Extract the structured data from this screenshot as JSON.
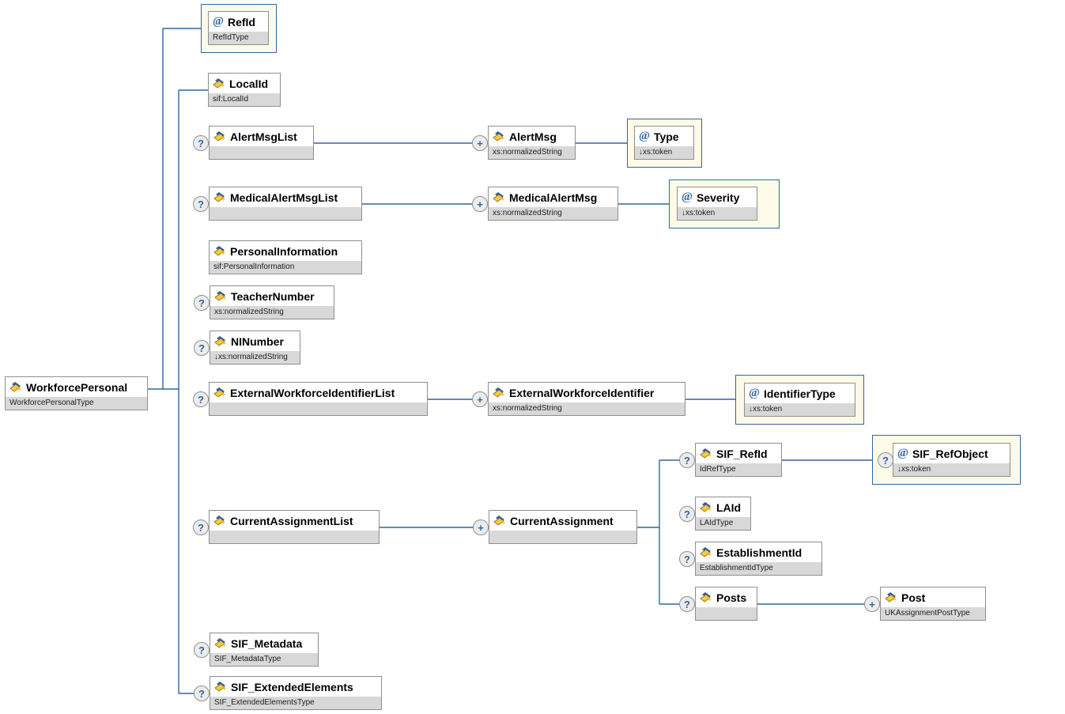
{
  "diagram": {
    "kind": "xml-schema-diagram",
    "root": "WorkforcePersonal"
  },
  "colors": {
    "connector_blue": "#31669c",
    "attribute_fill": "#fdfbe8",
    "annotation_band": "#d8d8d8",
    "box_border": "#8f8f8f",
    "indicator_blue": "#31669c",
    "icon_yellow": "#ffc83d",
    "icon_blue": "#2d5f9e"
  },
  "icons": {
    "attribute_symbol": "@"
  },
  "nodes": [
    {
      "id": "workforce_personal",
      "label": "WorkforcePersonal",
      "annotation": "WorkforcePersonalType",
      "kind": "element",
      "occurrence": "required",
      "indicator": "",
      "parent": null
    },
    {
      "id": "ref_id",
      "label": "RefId",
      "annotation": "RefIdType",
      "kind": "attribute",
      "occurrence": "required",
      "indicator": "",
      "parent": "WorkforcePersonal"
    },
    {
      "id": "local_id",
      "label": "LocalId",
      "annotation": "sif:LocalId",
      "kind": "element",
      "occurrence": "required",
      "indicator": "",
      "parent": "WorkforcePersonal"
    },
    {
      "id": "alert_msg_list",
      "label": "AlertMsgList",
      "annotation": "",
      "kind": "element",
      "occurrence": "optional",
      "indicator": "?",
      "parent": "WorkforcePersonal"
    },
    {
      "id": "alert_msg",
      "label": "AlertMsg",
      "annotation": "xs:normalizedString",
      "kind": "element",
      "occurrence": "repeating",
      "indicator": "+",
      "parent": "AlertMsgList"
    },
    {
      "id": "type",
      "label": "Type",
      "annotation": "↓xs:token",
      "kind": "attribute",
      "occurrence": "required",
      "indicator": "",
      "parent": "AlertMsg"
    },
    {
      "id": "medical_alert_msg_list",
      "label": "MedicalAlertMsgList",
      "annotation": "",
      "kind": "element",
      "occurrence": "optional",
      "indicator": "?",
      "parent": "WorkforcePersonal"
    },
    {
      "id": "medical_alert_msg",
      "label": "MedicalAlertMsg",
      "annotation": "xs:normalizedString",
      "kind": "element",
      "occurrence": "repeating",
      "indicator": "+",
      "parent": "MedicalAlertMsgList"
    },
    {
      "id": "severity",
      "label": "Severity",
      "annotation": "↓xs:token",
      "kind": "attribute",
      "occurrence": "required",
      "indicator": "",
      "parent": "MedicalAlertMsg"
    },
    {
      "id": "personal_information",
      "label": "PersonalInformation",
      "annotation": "sif:PersonalInformation",
      "kind": "element",
      "occurrence": "required",
      "indicator": "",
      "parent": "WorkforcePersonal"
    },
    {
      "id": "teacher_number",
      "label": "TeacherNumber",
      "annotation": "xs:normalizedString",
      "kind": "element",
      "occurrence": "optional",
      "indicator": "?",
      "parent": "WorkforcePersonal"
    },
    {
      "id": "ni_number",
      "label": "NINumber",
      "annotation": "↓xs:normalizedString",
      "kind": "element",
      "occurrence": "optional",
      "indicator": "?",
      "parent": "WorkforcePersonal"
    },
    {
      "id": "external_workforce_identifier_list",
      "label": "ExternalWorkforceIdentifierList",
      "annotation": "",
      "kind": "element",
      "occurrence": "optional",
      "indicator": "?",
      "parent": "WorkforcePersonal"
    },
    {
      "id": "external_workforce_identifier",
      "label": "ExternalWorkforceIdentifier",
      "annotation": "xs:normalizedString",
      "kind": "element",
      "occurrence": "repeating",
      "indicator": "+",
      "parent": "ExternalWorkforceIdentifierList"
    },
    {
      "id": "identifier_type",
      "label": "IdentifierType",
      "annotation": "↓xs:token",
      "kind": "attribute",
      "occurrence": "required",
      "indicator": "",
      "parent": "ExternalWorkforceIdentifier"
    },
    {
      "id": "current_assignment_list",
      "label": "CurrentAssignmentList",
      "annotation": "",
      "kind": "element",
      "occurrence": "optional",
      "indicator": "?",
      "parent": "WorkforcePersonal"
    },
    {
      "id": "current_assignment",
      "label": "CurrentAssignment",
      "annotation": "",
      "kind": "element",
      "occurrence": "repeating",
      "indicator": "+",
      "parent": "CurrentAssignmentList"
    },
    {
      "id": "sif_ref_id",
      "label": "SIF_RefId",
      "annotation": "IdRefType",
      "kind": "element",
      "occurrence": "optional",
      "indicator": "?",
      "parent": "CurrentAssignment"
    },
    {
      "id": "sif_ref_object",
      "label": "SIF_RefObject",
      "annotation": "↓xs:token",
      "kind": "attribute",
      "occurrence": "optional",
      "indicator": "?",
      "parent": "SIF_RefId"
    },
    {
      "id": "la_id",
      "label": "LAId",
      "annotation": "LAIdType",
      "kind": "element",
      "occurrence": "optional",
      "indicator": "?",
      "parent": "CurrentAssignment"
    },
    {
      "id": "establishment_id",
      "label": "EstablishmentId",
      "annotation": "EstablishmentIdType",
      "kind": "element",
      "occurrence": "optional",
      "indicator": "?",
      "parent": "CurrentAssignment"
    },
    {
      "id": "posts",
      "label": "Posts",
      "annotation": "",
      "kind": "element",
      "occurrence": "optional",
      "indicator": "?",
      "parent": "CurrentAssignment"
    },
    {
      "id": "post",
      "label": "Post",
      "annotation": "UKAssignmentPostType",
      "kind": "element",
      "occurrence": "repeating",
      "indicator": "+",
      "parent": "Posts"
    },
    {
      "id": "sif_metadata",
      "label": "SIF_Metadata",
      "annotation": "SIF_MetadataType",
      "kind": "element",
      "occurrence": "optional",
      "indicator": "?",
      "parent": "WorkforcePersonal"
    },
    {
      "id": "sif_extended_elements",
      "label": "SIF_ExtendedElements",
      "annotation": "SIF_ExtendedElementsType",
      "kind": "element",
      "occurrence": "optional",
      "indicator": "?",
      "parent": "WorkforcePersonal"
    }
  ]
}
